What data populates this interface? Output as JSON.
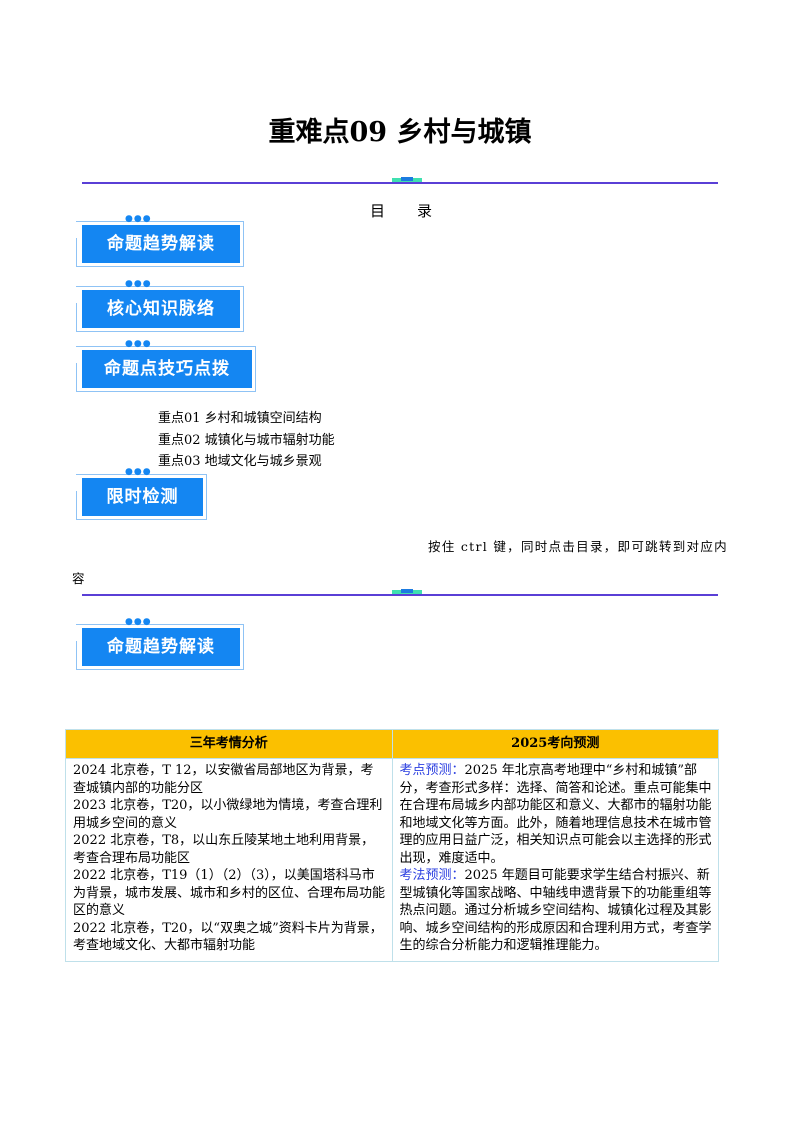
{
  "title": "重难点09  乡村与城镇",
  "toc": {
    "heading_1": "目",
    "heading_2": "录",
    "badges": [
      "命题趋势解读",
      "核心知识脉络",
      "命题点技巧点拨",
      "限时检测"
    ],
    "items": [
      "重点01  乡村和城镇空间结构",
      "重点02  城镇化与城市辐射功能",
      "重点03  地域文化与城乡景观"
    ],
    "note_line1": "按住 ctrl 键，同时点击目录，即可跳转到对应内",
    "note_line2": "容"
  },
  "section_badge": "命题趋势解读",
  "table": {
    "headers": [
      "三年考情分析",
      "2025考向预测"
    ],
    "left": [
      "2024 北京卷，T 12，以安徽省局部地区为背景，考查城镇内部的功能分区",
      "2023 北京卷，T20，以小微绿地为情境，考查合理利用城乡空间的意义",
      "2022 北京卷，T8，以山东丘陵某地土地利用背景，考查合理布局功能区",
      "2022 北京卷，T19（1）（2）（3），以美国塔科马市为背景，城市发展、城市和乡村的区位、合理布局功能区的意义",
      "2022 北京卷，T20，以“双奥之城”资料卡片为背景，考查地域文化、大都市辐射功能"
    ],
    "right": [
      {
        "label": "考点预测：",
        "text": "2025 年北京高考地理中“乡村和城镇”部分，考查形式多样：选择、简答和论述。重点可能集中在合理布局城乡内部功能区和意义、大都市的辐射功能和地域文化等方面。此外，随着地理信息技术在城市管理的应用日益广泛，相关知识点可能会以主选择的形式出现，难度适中。"
      },
      {
        "label": "考法预测：",
        "text": "2025 年题目可能要求学生结合村振兴、新型城镇化等国家战略、中轴线申遗背景下的功能重组等热点问题。通过分析城乡空间结构、城镇化过程及其影响、城乡空间结构的形成原因和合理利用方式，考查学生的综合分析能力和逻辑推理能力。"
      }
    ]
  },
  "colors": {
    "badge": "#1486f2",
    "rule": "#5a3fd6",
    "header": "#fbc000",
    "label": "#2b3fe0"
  }
}
